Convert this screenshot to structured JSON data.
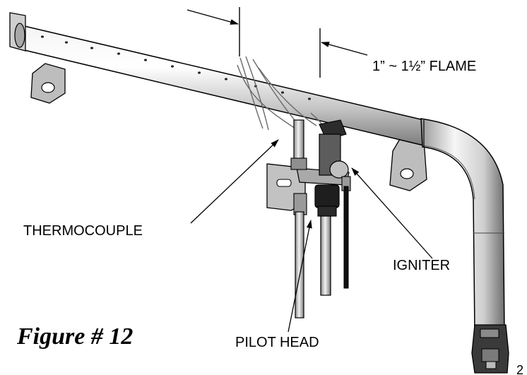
{
  "labels": {
    "flame": "1” ~ 1½” FLAME",
    "thermocouple": "THERMOCOUPLE",
    "igniter": "IGNITER",
    "pilot_head": "PILOT HEAD"
  },
  "caption": "Figure # 12",
  "page_number": "2",
  "colors": {
    "line": "#000000",
    "burner_light": "#e8e8e8",
    "burner_mid": "#b0b0b0",
    "burner_dark": "#6e6e6e",
    "igniter_wire": "#111111"
  }
}
